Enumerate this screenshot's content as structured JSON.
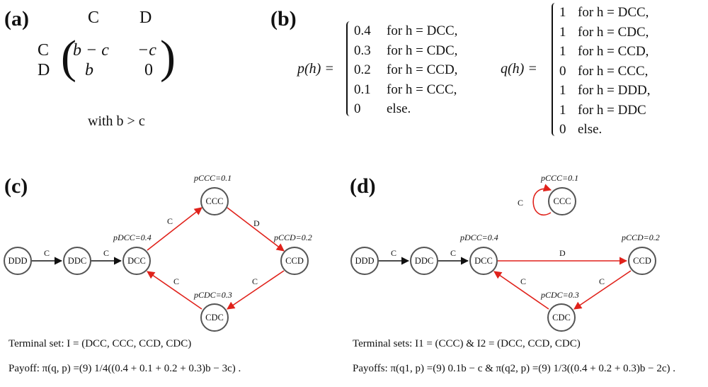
{
  "panels": {
    "a": {
      "label": "(a)",
      "col_headers": [
        "C",
        "D"
      ],
      "row_headers": [
        "C",
        "D"
      ],
      "cells": [
        [
          "b − c",
          "−c"
        ],
        [
          "b",
          "0"
        ]
      ],
      "note": "with b > c"
    },
    "b": {
      "label": "(b)",
      "p_lhs": "p(h) =",
      "p_cases": [
        {
          "value": "0.4",
          "cond": "for h = DCC,"
        },
        {
          "value": "0.3",
          "cond": "for h = CDC,"
        },
        {
          "value": "0.2",
          "cond": "for h = CCD,"
        },
        {
          "value": "0.1",
          "cond": "for h = CCC,"
        },
        {
          "value": "0",
          "cond": "else."
        }
      ],
      "q_lhs": "q(h) =",
      "q_cases": [
        {
          "value": "1",
          "cond": "for h = DCC,"
        },
        {
          "value": "1",
          "cond": "for h = CDC,"
        },
        {
          "value": "1",
          "cond": "for h = CCD,"
        },
        {
          "value": "0",
          "cond": "for h = CCC,"
        },
        {
          "value": "1",
          "cond": "for h = DDD,"
        },
        {
          "value": "1",
          "cond": "for h = DDC"
        },
        {
          "value": "0",
          "cond": "else."
        }
      ]
    },
    "c": {
      "label": "(c)",
      "nodes": {
        "ddd": "DDD",
        "ddc": "DDC",
        "dcc": "DCC",
        "ccc": "CCC",
        "ccd": "CCD",
        "cdc": "CDC"
      },
      "prob_labels": {
        "ccc": "pCCC=0.1",
        "dcc": "pDCC=0.4",
        "ccd": "pCCD=0.2",
        "cdc": "pCDC=0.3"
      },
      "edge_labels": {
        "ddd_ddc": "C",
        "ddc_dcc": "C",
        "dcc_ccc": "C",
        "ccc_ccd": "D",
        "ccd_cdc": "C",
        "cdc_dcc": "C"
      },
      "terminal": "Terminal set: I = (DCC, CCC, CCD, CDC)",
      "payoff": "Payoff: π(q, p) =(9) 1/4((0.4 + 0.1 + 0.2 + 0.3)b − 3c) ."
    },
    "d": {
      "label": "(d)",
      "nodes": {
        "ddd": "DDD",
        "ddc": "DDC",
        "dcc": "DCC",
        "ccc": "CCC",
        "ccd": "CCD",
        "cdc": "CDC"
      },
      "prob_labels": {
        "ccc": "pCCC=0.1",
        "dcc": "pDCC=0.4",
        "ccd": "pCCD=0.2",
        "cdc": "pCDC=0.3"
      },
      "edge_labels": {
        "ddd_ddc": "C",
        "ddc_dcc": "C",
        "dcc_ccd": "D",
        "ccd_cdc": "C",
        "cdc_dcc": "C",
        "ccc_self": "C"
      },
      "terminal": "Terminal sets: I1 = (CCC) & I2 = (DCC, CCD, CDC)",
      "payoff": "Payoffs: π(q1, p) =(9) 0.1b − c & π(q2, p) =(9) 1/3((0.4 + 0.2 + 0.3)b − 2c) ."
    }
  },
  "colors": {
    "red_edge": "#e0221b",
    "black_edge": "#111111",
    "node_border": "#555555"
  }
}
